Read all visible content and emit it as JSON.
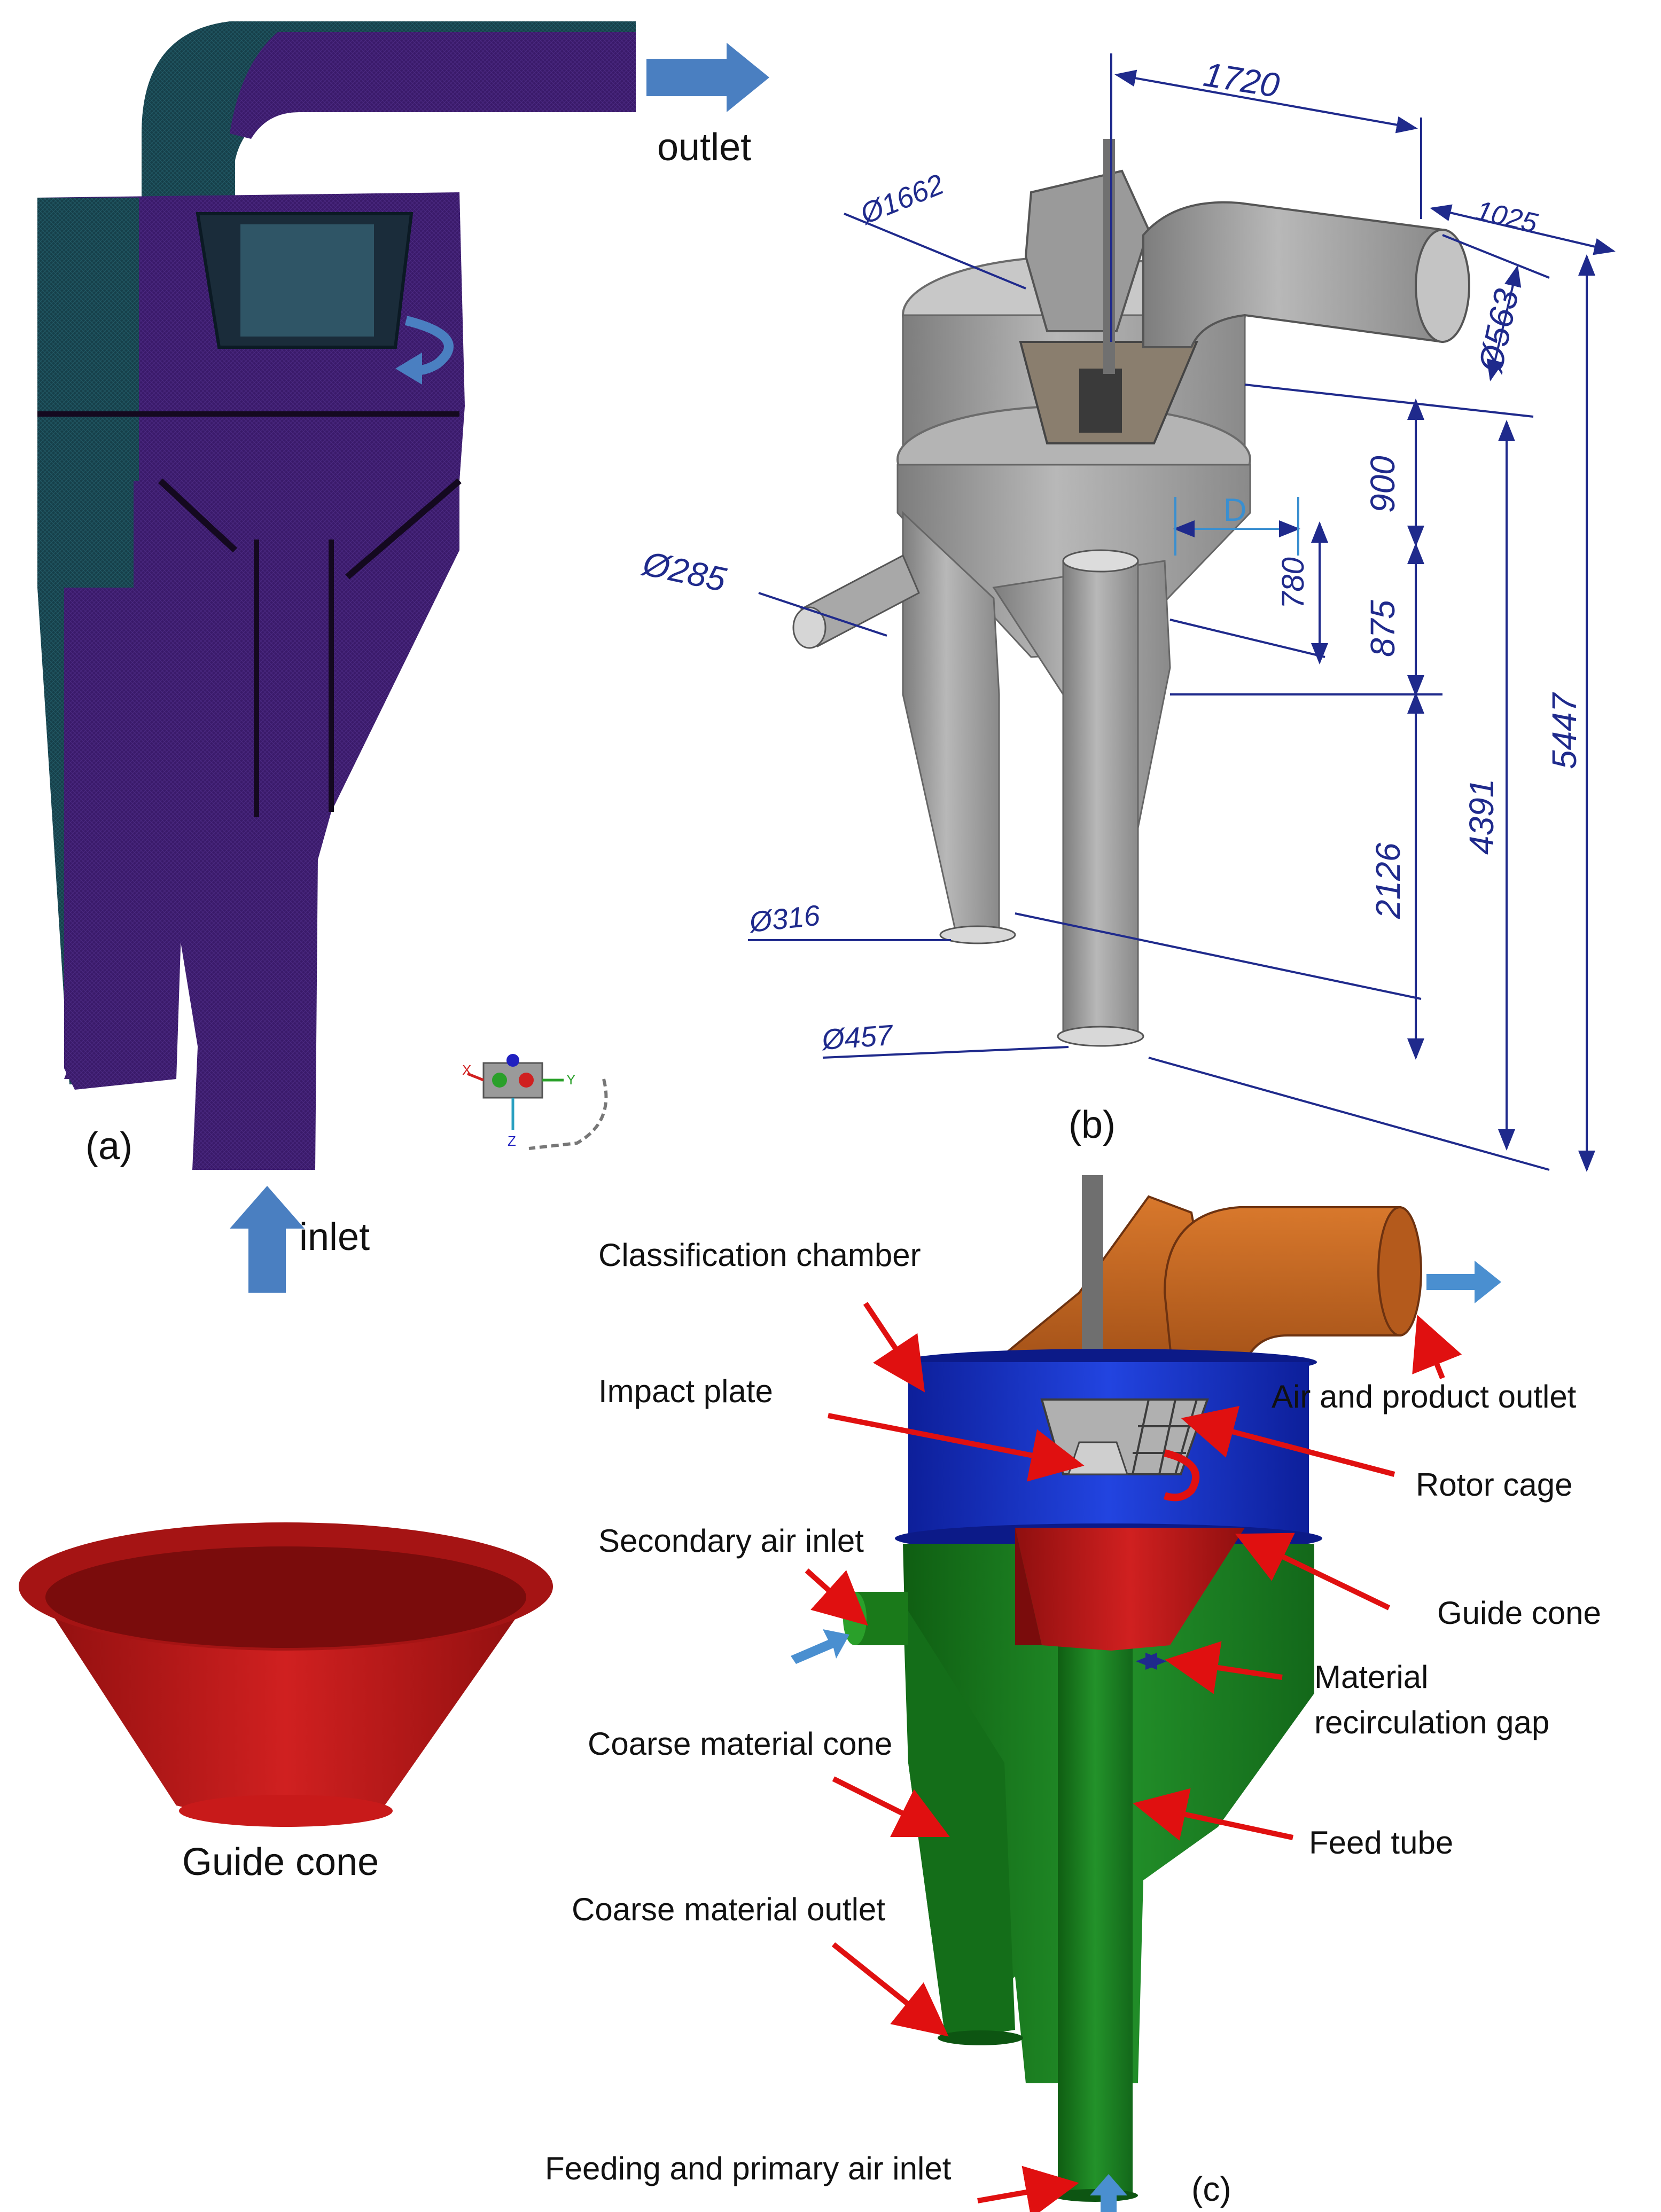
{
  "panel_a": {
    "panel_label": "(a)",
    "outlet_label": "outlet",
    "inlet_label": "inlet",
    "axes_triad_labels": [
      "X",
      "Y",
      "Z"
    ]
  },
  "panel_b": {
    "panel_label": "(b)",
    "dimensions": {
      "width_top": "1720",
      "outlet_len": "1025",
      "dia_top": "Ø1662",
      "dia_outlet": "Ø563",
      "h_900": "900",
      "h_875": "875",
      "h_780": "780",
      "gap_d": "D",
      "dia_secondary": "Ø285",
      "h_2126": "2126",
      "h_4391": "4391",
      "h_5447": "5447",
      "dia_coarse": "Ø316",
      "dia_feed": "Ø457"
    }
  },
  "panel_c": {
    "panel_label": "(c)",
    "labels": {
      "classification_chamber": "Classification chamber",
      "impact_plate": "Impact plate",
      "air_product_outlet": "Air and product outlet",
      "rotor_cage": "Rotor cage",
      "secondary_air_inlet": "Secondary air inlet",
      "guide_cone": "Guide cone",
      "material_recirc_1": "Material",
      "material_recirc_2": "recirculation gap",
      "coarse_material_cone": "Coarse material cone",
      "feed_tube": "Feed tube",
      "coarse_material_outlet": "Coarse material outlet",
      "feeding_primary_inlet": "Feeding and primary air inlet"
    }
  },
  "guide_cone_inset": {
    "caption": "Guide cone"
  },
  "colors": {
    "mesh_purple": "#3a1a6a",
    "mesh_teal": "#16404a",
    "cad_grey": "#9a9a9a",
    "dim_blue": "#1f2a8c",
    "arrow_blue": "#4a7fc1",
    "label_red": "#e01010",
    "chamber_blue": "#1530c8",
    "body_green": "#1a7a1a",
    "cone_red": "#c81a1a",
    "outlet_orange": "#c0611c"
  }
}
